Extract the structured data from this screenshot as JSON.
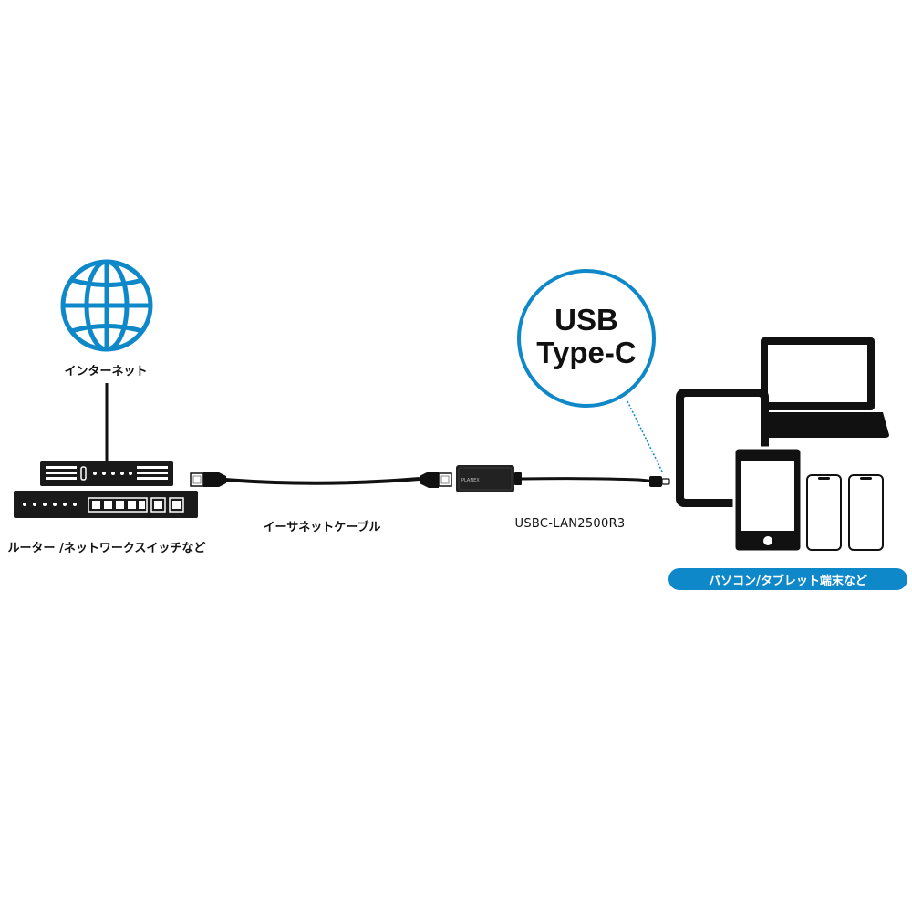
{
  "labels": {
    "internet": "インターネット",
    "router": "ルーター /ネットワークスイッチなど",
    "cable": "イーサネットケーブル",
    "adapter": "USBC-LAN2500R3",
    "usb_line1": "USB",
    "usb_line2": "Type-C",
    "devices": "パソコン/タブレット端末など",
    "adapter_brand": "PLANEX"
  },
  "colors": {
    "accent": "#0f88c9",
    "device": "#111111",
    "background": "#ffffff"
  },
  "icons": [
    "globe-icon",
    "router-icon",
    "network-switch-icon",
    "ethernet-plug-icon",
    "usb-lan-adapter-icon",
    "usb-c-plug-icon",
    "laptop-icon",
    "tablet-icon",
    "smartphone-icon"
  ]
}
